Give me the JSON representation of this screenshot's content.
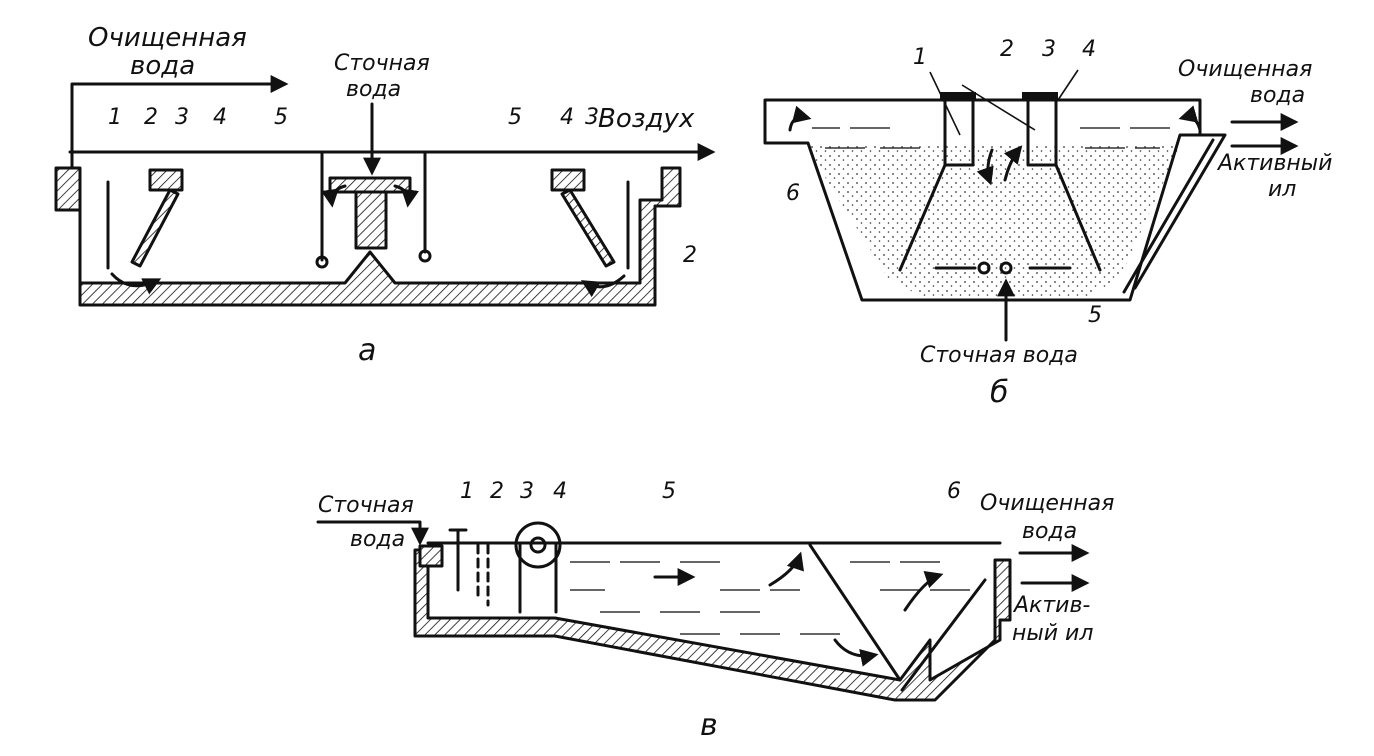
{
  "figure_a": {
    "treated_water": [
      "Очищенная",
      "вода"
    ],
    "waste_water": [
      "Сточная",
      "вода"
    ],
    "air": "Воздух",
    "numbers": {
      "n1": "1",
      "n2": "2",
      "n3": "3",
      "n4": "4",
      "n5": "5",
      "n5b": "5",
      "n4b": "4",
      "n3b": "3",
      "n2b": "2"
    },
    "sublabel": "а"
  },
  "figure_b": {
    "numbers": {
      "n1": "1",
      "n2": "2",
      "n3": "3",
      "n4": "4",
      "n5": "5",
      "n6": "6"
    },
    "treated_water": [
      "Очищенная",
      "вода"
    ],
    "active_sludge": [
      "Активный",
      "ил"
    ],
    "waste_water": "Сточная вода",
    "sublabel": "б"
  },
  "figure_c": {
    "waste_water": [
      "Сточная",
      "вода"
    ],
    "numbers": {
      "n1": "1",
      "n2": "2",
      "n3": "3",
      "n4": "4",
      "n5": "5",
      "n6": "6"
    },
    "treated_water": [
      "Очищенная",
      "вода"
    ],
    "active_sludge": [
      "Актив-",
      "ный ил"
    ],
    "sublabel": "в"
  }
}
